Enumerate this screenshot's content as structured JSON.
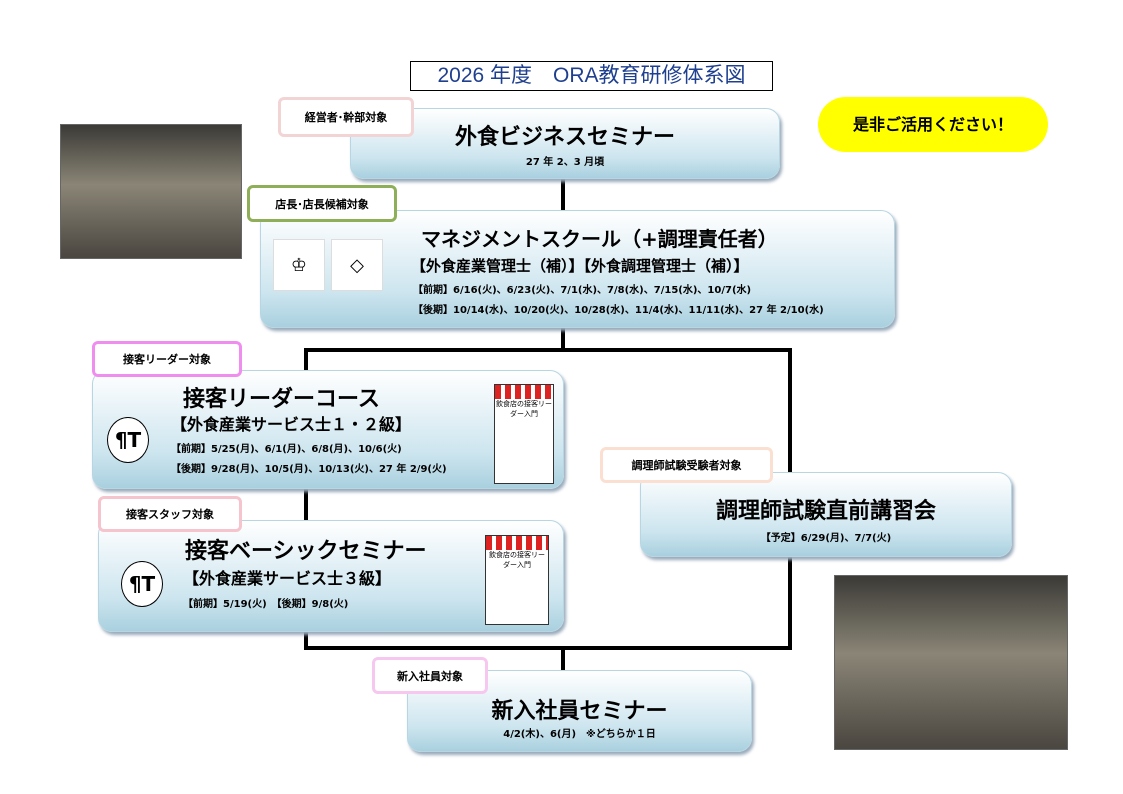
{
  "title": "2026 年度　ORA教育研修体系図",
  "callout": "是非ご活用ください！",
  "courses": [
    {
      "tag": "経営者･幹部対象",
      "name": "外食ビジネスセミナー",
      "dates": [
        "27 年 2、3 月頃"
      ]
    },
    {
      "tag": "店長･店長候補対象",
      "name": "マネジメントスクール（+調理責任者）",
      "cert": "【外食産業管理士（補）】【外食調理管理士（補）】",
      "dates": [
        "【前期】6/16(火)、6/23(火)、7/1(水)、7/8(水)、7/15(水)、10/7(水)",
        "【後期】10/14(水)、10/20(火)、10/28(水)、11/4(水)、11/11(水)、27 年 2/10(水)"
      ]
    },
    {
      "tag": "接客リーダー対象",
      "name": "接客リーダーコース",
      "cert": "【外食産業サービス士１・２級】",
      "dates": [
        "【前期】5/25(月)、6/1(月)、6/8(月)、10/6(火)",
        "【後期】9/28(月)、10/5(月)、10/13(火)、27 年 2/9(火)"
      ]
    },
    {
      "tag": "接客スタッフ対象",
      "name": "接客ベーシックセミナー",
      "cert": "【外食産業サービス士３級】",
      "dates": [
        "【前期】5/19(火)　【後期】9/8(火)"
      ]
    },
    {
      "tag": "調理師試験受験者対象",
      "name": "調理師試験直前講習会",
      "dates": [
        "【予定】6/29(月)、7/7(火)"
      ]
    },
    {
      "tag": "新入社員対象",
      "name": "新入社員セミナー",
      "dates": [
        "4/2(木)、6(月)　※どちらか１日"
      ]
    }
  ],
  "book": {
    "title": "飲食店の接客リーダー入門"
  }
}
